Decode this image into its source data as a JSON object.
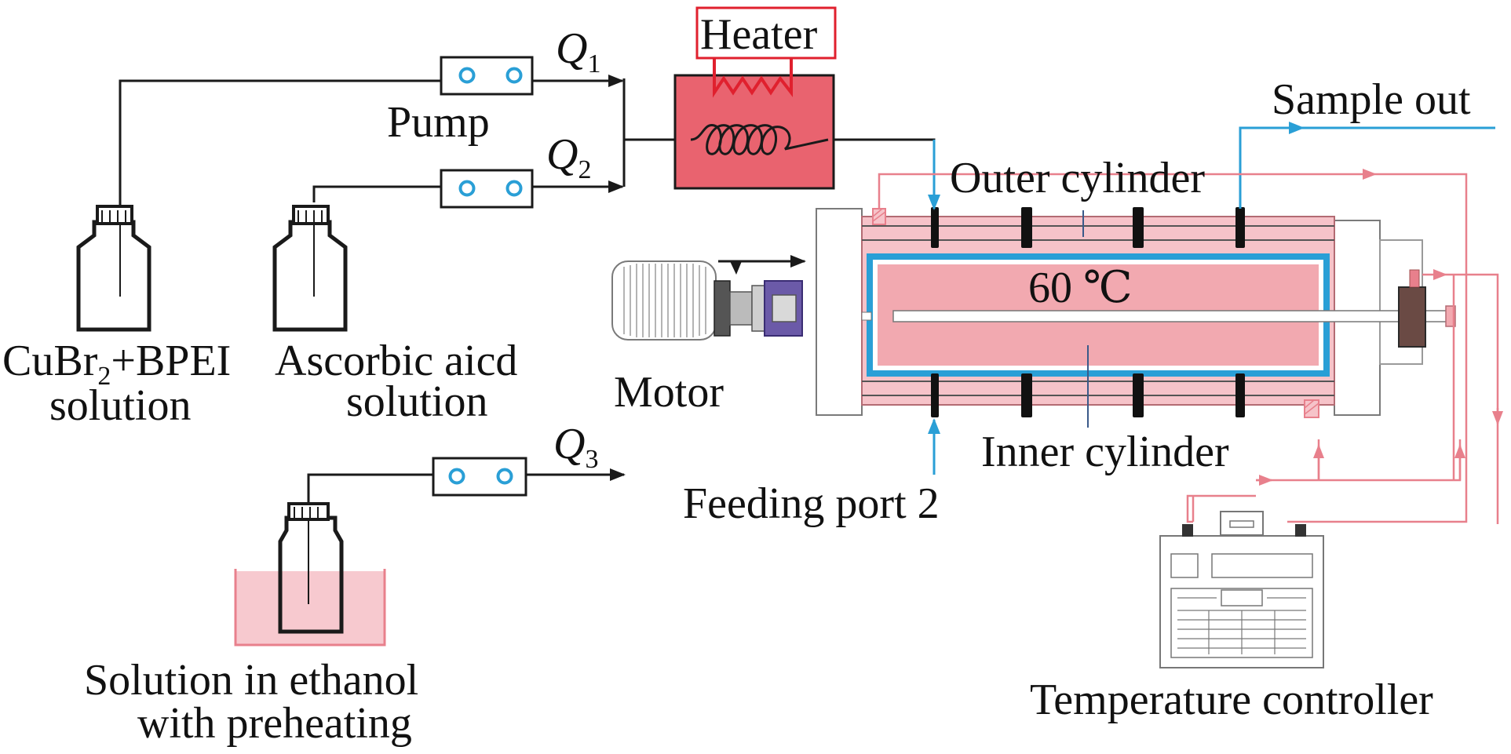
{
  "labels": {
    "q1": "Q",
    "q1_sub": "1",
    "q2": "Q",
    "q2_sub": "2",
    "q3": "Q",
    "q3_sub": "3",
    "pump": "Pump",
    "heater": "Heater",
    "sample_out": "Sample out",
    "outer_cylinder": "Outer cylinder",
    "temperature": "60 ℃",
    "motor": "Motor",
    "inner_cylinder": "Inner cylinder",
    "feeding_port": "Feeding port 2",
    "bottle1_line1a": "CuBr",
    "bottle1_sub": "2",
    "bottle1_line1b": "+BPEI",
    "bottle1_line2": "solution",
    "bottle2_line1": "Ascorbic aicd",
    "bottle2_line2": "solution",
    "bottle3_line1": "Solution in ethanol",
    "bottle3_line2": "with preheating",
    "controller": "Temperature controller"
  },
  "colors": {
    "line": "#1a1a1a",
    "heater_fill": "#e9636f",
    "heater_coil": "#e0202e",
    "reactor_fill": "#f2a9b0",
    "pink_line": "#e8808c",
    "blue_flow": "#2a9fd6",
    "bath_fill": "#f7c9cf"
  }
}
